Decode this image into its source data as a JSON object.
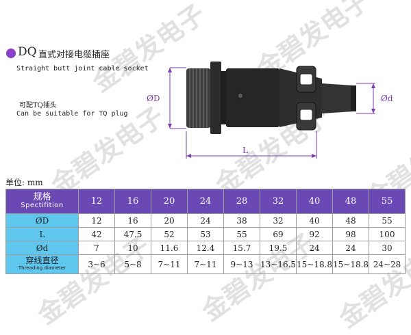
{
  "watermark": "金碧发电子",
  "header": {
    "code": "DQ",
    "title_cn": "直式对接电缆插座",
    "title_en": "Straight butt joint cable socket"
  },
  "note": {
    "cn": "可配TQ插头",
    "en": "Can be suitable for TQ plug"
  },
  "drawing": {
    "dim_od": "ØD",
    "dim_d": "Ød",
    "dim_l": "L"
  },
  "unit": "单位: mm",
  "colors": {
    "accent": "#8a3fc7",
    "header_bg": "#6a49b4",
    "row_header_bg": "#5fc6ee"
  },
  "table": {
    "header_cn": "规格",
    "header_en": "Spectifition",
    "sizes": [
      "12",
      "16",
      "20",
      "24",
      "28",
      "32",
      "40",
      "48",
      "55"
    ],
    "rows": [
      {
        "label": "ØD",
        "values": [
          "12",
          "16",
          "20",
          "24",
          "38",
          "32",
          "40",
          "48",
          "55"
        ]
      },
      {
        "label": "L",
        "values": [
          "42",
          "47.5",
          "52",
          "53",
          "55",
          "69",
          "92",
          "98",
          "100"
        ]
      },
      {
        "label": "Ød",
        "values": [
          "7",
          "10",
          "11.6",
          "12.4",
          "15.7",
          "19.5",
          "24",
          "24",
          "30"
        ]
      },
      {
        "label": "穿线直径",
        "sublabel": "Threading diameter",
        "values": [
          "3~6",
          "5~8",
          "7~11",
          "7~11",
          "9~13",
          "13~16.5",
          "15~18.8",
          "15~18.8",
          "24~28"
        ]
      }
    ]
  }
}
